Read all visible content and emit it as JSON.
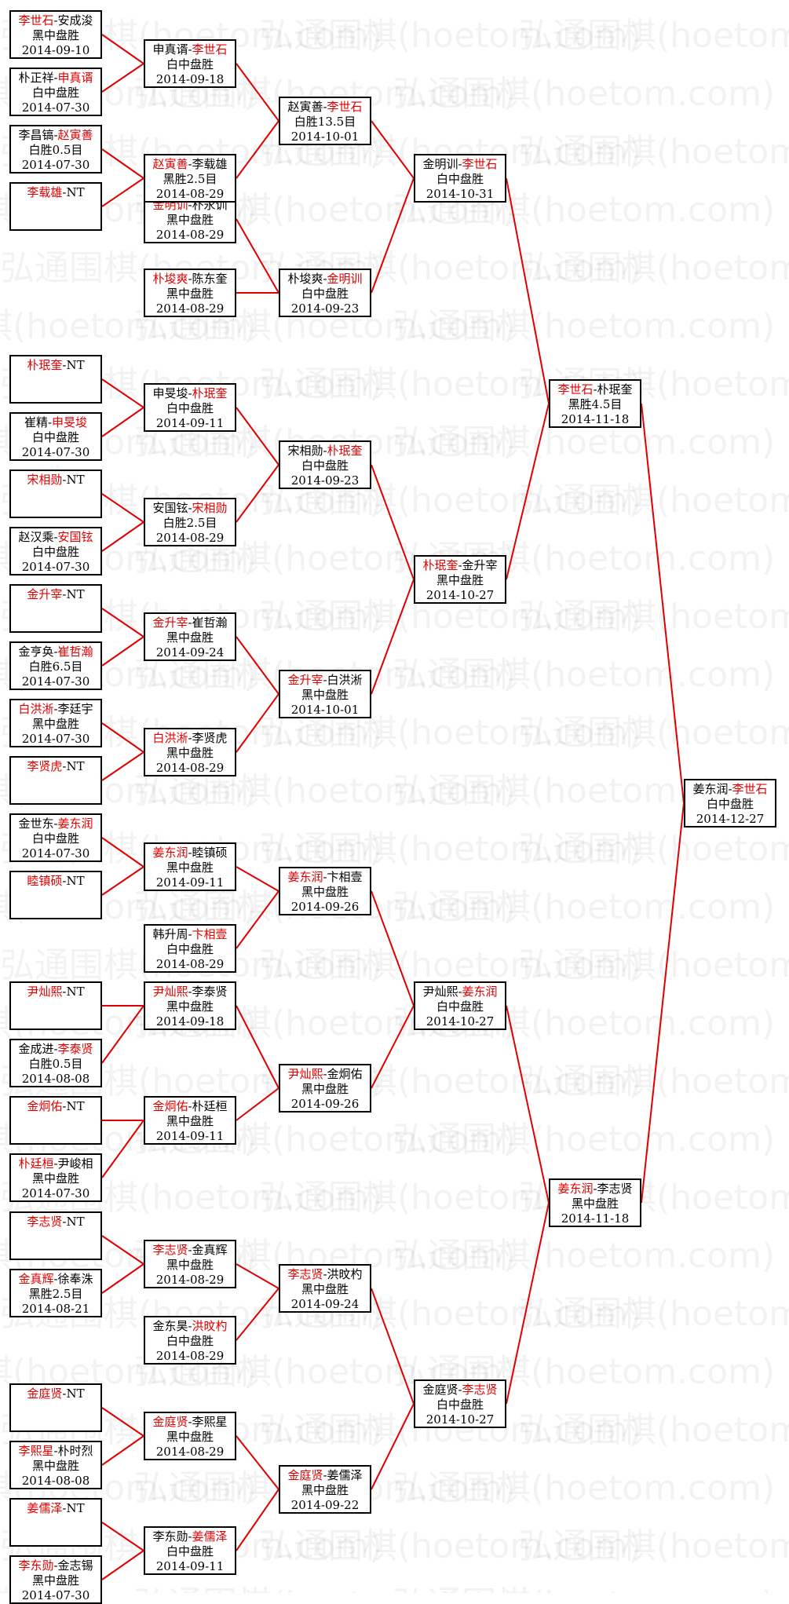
{
  "watermark": "弘通围棋(hoetom.com)",
  "accent_color": "#e00000",
  "matches": [
    {
      "id": "r1-1",
      "round": 1,
      "p1": "李世石",
      "p2": "安成浚",
      "winner": 1,
      "result": "黑中盘胜",
      "date": "2014-09-10"
    },
    {
      "id": "r1-2",
      "round": 1,
      "p1": "朴正祥",
      "p2": "申真谞",
      "winner": 2,
      "result": "白中盘胜",
      "date": "2014-07-30"
    },
    {
      "id": "r1-3",
      "round": 1,
      "p1": "李昌镐",
      "p2": "赵寅善",
      "winner": 2,
      "result": "白胜0.5目",
      "date": "2014-07-30"
    },
    {
      "id": "r1-4",
      "round": 1,
      "p1": "李载雄",
      "p2": "NT",
      "winner": 1,
      "result": "",
      "date": ""
    },
    {
      "id": "r1-5",
      "round": 1,
      "p1": "金明训",
      "p2": "朴永训",
      "winner": 1,
      "result": "黑中盘胜",
      "date": "2014-08-29"
    },
    {
      "id": "r1-6",
      "round": 1,
      "p1": "朴埈爽",
      "p2": "陈东奎",
      "winner": 1,
      "result": "黑中盘胜",
      "date": "2014-08-29"
    },
    {
      "id": "r1-7",
      "round": 1,
      "p1": "朴珉奎",
      "p2": "NT",
      "winner": 1,
      "result": "",
      "date": ""
    },
    {
      "id": "r1-8",
      "round": 1,
      "p1": "崔精",
      "p2": "申旻埈",
      "winner": 2,
      "result": "白中盘胜",
      "date": "2014-07-30"
    },
    {
      "id": "r1-9",
      "round": 1,
      "p1": "宋相勋",
      "p2": "NT",
      "winner": 1,
      "result": "",
      "date": ""
    },
    {
      "id": "r1-10",
      "round": 1,
      "p1": "赵汉乘",
      "p2": "安国铉",
      "winner": 2,
      "result": "白中盘胜",
      "date": "2014-07-30"
    },
    {
      "id": "r1-11",
      "round": 1,
      "p1": "金升宰",
      "p2": "NT",
      "winner": 1,
      "result": "",
      "date": ""
    },
    {
      "id": "r1-12",
      "round": 1,
      "p1": "金亨奂",
      "p2": "崔哲瀚",
      "winner": 2,
      "result": "白胜6.5目",
      "date": "2014-07-30"
    },
    {
      "id": "r1-13",
      "round": 1,
      "p1": "白洪淅",
      "p2": "李廷宇",
      "winner": 1,
      "result": "黑中盘胜",
      "date": "2014-07-30"
    },
    {
      "id": "r1-14",
      "round": 1,
      "p1": "李贤虎",
      "p2": "NT",
      "winner": 1,
      "result": "",
      "date": ""
    },
    {
      "id": "r1-15",
      "round": 1,
      "p1": "金世东",
      "p2": "姜东润",
      "winner": 2,
      "result": "白中盘胜",
      "date": "2014-07-30"
    },
    {
      "id": "r1-16",
      "round": 1,
      "p1": "睦镇硕",
      "p2": "NT",
      "winner": 1,
      "result": "",
      "date": ""
    },
    {
      "id": "r1-17",
      "round": 1,
      "p1": "韩升周",
      "p2": "卞相壹",
      "winner": 2,
      "result": "白中盘胜",
      "date": "2014-08-29"
    },
    {
      "id": "r1-18",
      "round": 1,
      "p1": "尹灿熙",
      "p2": "NT",
      "winner": 1,
      "result": "",
      "date": ""
    },
    {
      "id": "r1-19",
      "round": 1,
      "p1": "金成进",
      "p2": "李泰贤",
      "winner": 2,
      "result": "白胜0.5目",
      "date": "2014-08-08"
    },
    {
      "id": "r1-20",
      "round": 1,
      "p1": "金炯佑",
      "p2": "NT",
      "winner": 1,
      "result": "",
      "date": ""
    },
    {
      "id": "r1-21",
      "round": 1,
      "p1": "朴廷桓",
      "p2": "尹峻相",
      "winner": 1,
      "result": "黑中盘胜",
      "date": "2014-07-30"
    },
    {
      "id": "r1-22",
      "round": 1,
      "p1": "李志贤",
      "p2": "NT",
      "winner": 1,
      "result": "",
      "date": ""
    },
    {
      "id": "r1-23",
      "round": 1,
      "p1": "金真辉",
      "p2": "徐奉洙",
      "winner": 1,
      "result": "黑胜2.5目",
      "date": "2014-08-21"
    },
    {
      "id": "r1-24",
      "round": 1,
      "p1": "金东昊",
      "p2": "洪旼杓",
      "winner": 2,
      "result": "白中盘胜",
      "date": "2014-08-29"
    },
    {
      "id": "r1-25",
      "round": 1,
      "p1": "金庭贤",
      "p2": "NT",
      "winner": 1,
      "result": "",
      "date": ""
    },
    {
      "id": "r1-26",
      "round": 1,
      "p1": "李熙星",
      "p2": "朴时烈",
      "winner": 1,
      "result": "黑中盘胜",
      "date": "2014-08-08"
    },
    {
      "id": "r1-27",
      "round": 1,
      "p1": "姜儒泽",
      "p2": "NT",
      "winner": 1,
      "result": "",
      "date": ""
    },
    {
      "id": "r1-28",
      "round": 1,
      "p1": "李东勋",
      "p2": "金志锡",
      "winner": 1,
      "result": "黑中盘胜",
      "date": "2014-07-30"
    },
    {
      "id": "r2-1",
      "round": 2,
      "p1": "申真谞",
      "p2": "李世石",
      "winner": 2,
      "result": "白中盘胜",
      "date": "2014-09-18"
    },
    {
      "id": "r2-2",
      "round": 2,
      "p1": "赵寅善",
      "p2": "李载雄",
      "winner": 1,
      "result": "黑胜2.5目",
      "date": "2014-08-29"
    },
    {
      "id": "r2-3",
      "round": 2,
      "p1": "申旻埈",
      "p2": "朴珉奎",
      "winner": 2,
      "result": "白中盘胜",
      "date": "2014-09-11"
    },
    {
      "id": "r2-4",
      "round": 2,
      "p1": "安国铉",
      "p2": "宋相勋",
      "winner": 2,
      "result": "白胜2.5目",
      "date": "2014-08-29"
    },
    {
      "id": "r2-5",
      "round": 2,
      "p1": "金升宰",
      "p2": "崔哲瀚",
      "winner": 1,
      "result": "黑中盘胜",
      "date": "2014-09-24"
    },
    {
      "id": "r2-6",
      "round": 2,
      "p1": "白洪淅",
      "p2": "李贤虎",
      "winner": 1,
      "result": "黑中盘胜",
      "date": "2014-08-29"
    },
    {
      "id": "r2-7",
      "round": 2,
      "p1": "姜东润",
      "p2": "睦镇硕",
      "winner": 1,
      "result": "黑中盘胜",
      "date": "2014-09-11"
    },
    {
      "id": "r2-8",
      "round": 2,
      "p1": "尹灿熙",
      "p2": "李泰贤",
      "winner": 1,
      "result": "黑中盘胜",
      "date": "2014-09-18"
    },
    {
      "id": "r2-9",
      "round": 2,
      "p1": "金炯佑",
      "p2": "朴廷桓",
      "winner": 1,
      "result": "黑中盘胜",
      "date": "2014-09-11"
    },
    {
      "id": "r2-10",
      "round": 2,
      "p1": "李志贤",
      "p2": "金真辉",
      "winner": 1,
      "result": "黑中盘胜",
      "date": "2014-08-29"
    },
    {
      "id": "r2-11",
      "round": 2,
      "p1": "金庭贤",
      "p2": "李熙星",
      "winner": 1,
      "result": "黑中盘胜",
      "date": "2014-08-29"
    },
    {
      "id": "r2-12",
      "round": 2,
      "p1": "李东勋",
      "p2": "姜儒泽",
      "winner": 2,
      "result": "白中盘胜",
      "date": "2014-09-11"
    },
    {
      "id": "r3-1",
      "round": 3,
      "p1": "赵寅善",
      "p2": "李世石",
      "winner": 2,
      "result": "白胜13.5目",
      "date": "2014-10-01"
    },
    {
      "id": "r3-2",
      "round": 3,
      "p1": "朴埈爽",
      "p2": "金明训",
      "winner": 2,
      "result": "白中盘胜",
      "date": "2014-09-23"
    },
    {
      "id": "r3-3",
      "round": 3,
      "p1": "宋相勋",
      "p2": "朴珉奎",
      "winner": 2,
      "result": "白中盘胜",
      "date": "2014-09-23"
    },
    {
      "id": "r3-4",
      "round": 3,
      "p1": "金升宰",
      "p2": "白洪淅",
      "winner": 1,
      "result": "黑中盘胜",
      "date": "2014-10-01"
    },
    {
      "id": "r3-5",
      "round": 3,
      "p1": "姜东润",
      "p2": "卞相壹",
      "winner": 1,
      "result": "黑中盘胜",
      "date": "2014-09-26"
    },
    {
      "id": "r3-6",
      "round": 3,
      "p1": "尹灿熙",
      "p2": "金炯佑",
      "winner": 1,
      "result": "黑中盘胜",
      "date": "2014-09-26"
    },
    {
      "id": "r3-7",
      "round": 3,
      "p1": "李志贤",
      "p2": "洪旼杓",
      "winner": 1,
      "result": "黑中盘胜",
      "date": "2014-09-24"
    },
    {
      "id": "r3-8",
      "round": 3,
      "p1": "金庭贤",
      "p2": "姜儒泽",
      "winner": 1,
      "result": "黑中盘胜",
      "date": "2014-09-22"
    },
    {
      "id": "r4-1",
      "round": 4,
      "p1": "金明训",
      "p2": "李世石",
      "winner": 2,
      "result": "白中盘胜",
      "date": "2014-10-31"
    },
    {
      "id": "r4-2",
      "round": 4,
      "p1": "朴珉奎",
      "p2": "金升宰",
      "winner": 1,
      "result": "黑中盘胜",
      "date": "2014-10-27"
    },
    {
      "id": "r4-3",
      "round": 4,
      "p1": "尹灿熙",
      "p2": "姜东润",
      "winner": 2,
      "result": "白中盘胜",
      "date": "2014-10-27"
    },
    {
      "id": "r4-4",
      "round": 4,
      "p1": "金庭贤",
      "p2": "李志贤",
      "winner": 2,
      "result": "白中盘胜",
      "date": "2014-10-27"
    },
    {
      "id": "r5-1",
      "round": 5,
      "p1": "李世石",
      "p2": "朴珉奎",
      "winner": 1,
      "result": "黑胜4.5目",
      "date": "2014-11-18"
    },
    {
      "id": "r5-2",
      "round": 5,
      "p1": "姜东润",
      "p2": "李志贤",
      "winner": 1,
      "result": "黑中盘胜",
      "date": "2014-11-18"
    },
    {
      "id": "final",
      "round": 6,
      "p1": "姜东润",
      "p2": "李世石",
      "winner": 2,
      "result": "白中盘胜",
      "date": "2014-12-27"
    }
  ]
}
